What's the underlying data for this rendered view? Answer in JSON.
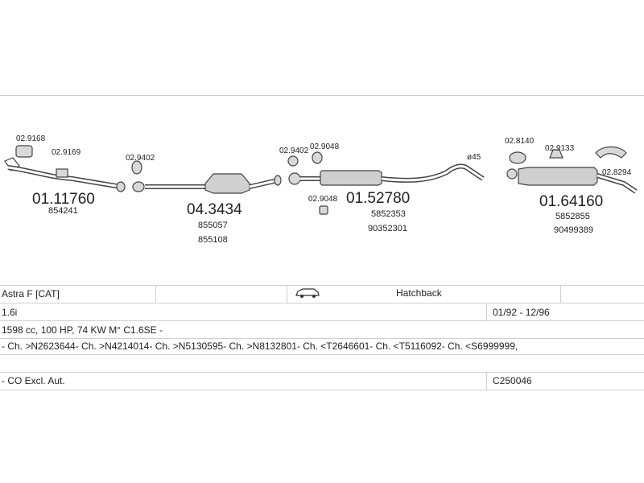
{
  "parts": {
    "p_029168": "02.9168",
    "p_029169": "02.9169",
    "p_0111760": "01.11760",
    "p_854241": "854241",
    "p_029402a": "02.9402",
    "p_043434": "04.3434",
    "p_855057": "855057",
    "p_855108": "855108",
    "p_029402b": "02.9402",
    "p_029048a": "02.9048",
    "p_029048b": "02.9048",
    "p_0152780": "01.52780",
    "p_5852353": "5852353",
    "p_90352301": "90352301",
    "p_45": "ø45",
    "p_028140": "02.8140",
    "p_029133": "02.9133",
    "p_028294": "02.8294",
    "p_0164160": "01.64160",
    "p_5852855": "5852855",
    "p_90499389": "90499389"
  },
  "table": {
    "model": "Astra F  [CAT]",
    "body_type": "Hatchback",
    "engine": "1.6i",
    "years": "01/92 - 12/96",
    "spec": "1598 cc, 100 HP, 74 KW M° C1.6SE -",
    "chassis": "- Ch. >N2623644- Ch. >N4214014- Ch. >N5130595- Ch. >N8132801- Ch. <T2646601- Ch. <T5116092- Ch. <S6999999,",
    "notes": "- CO Excl. Aut.",
    "code": "C250046"
  },
  "colors": {
    "line": "#444444",
    "part_fill": "#d8d8d8",
    "rule": "#cfcfcf"
  },
  "icons": {
    "car": "car-icon"
  }
}
